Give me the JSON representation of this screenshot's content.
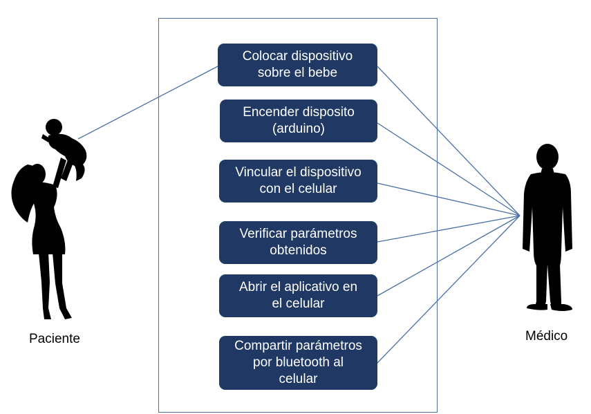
{
  "actors": {
    "left": {
      "label": "Paciente",
      "icon": "mother-holding-baby-silhouette"
    },
    "right": {
      "label": "Médico",
      "icon": "doctor-silhouette"
    }
  },
  "use_cases": [
    {
      "label": "Colocar dispositivo\nsobre el bebe"
    },
    {
      "label": "Encender disposito\n(arduino)"
    },
    {
      "label": "Vincular el dispositivo\ncon el celular"
    },
    {
      "label": "Verificar parámetros\nobtenidos"
    },
    {
      "label": "Abrir el aplicativo en\nel celular"
    },
    {
      "label": "Compartir parámetros\npor bluetooth al\ncelular"
    }
  ],
  "links": {
    "left_actor_to": [
      0
    ],
    "right_actor_to": [
      0,
      1,
      2,
      3,
      4,
      5
    ]
  },
  "colors": {
    "box_fill": "#1f3864",
    "box_text": "#ffffff",
    "line": "#4a6fa5"
  }
}
